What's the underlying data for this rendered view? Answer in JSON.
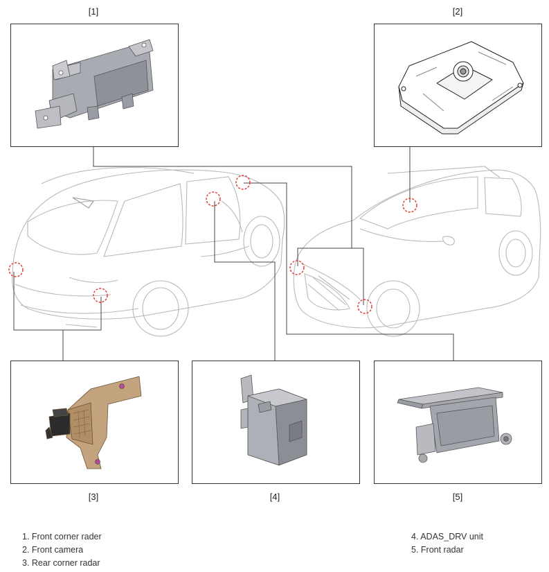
{
  "panel_labels": [
    "[1]",
    "[2]",
    "[3]",
    "[4]",
    "[5]"
  ],
  "legend": {
    "left": [
      "1. Front corner rader",
      "2. Front camera",
      "3. Rear corner radar"
    ],
    "right": [
      "4. ADAS_DRV unit",
      "5. Front radar"
    ]
  },
  "colors": {
    "marker": "#e0332e",
    "line": "#444444",
    "part_gray": "#a9abb3",
    "bracket_tan": "#c4a47e"
  },
  "icons": {
    "panel1": "front-corner-radar-bracket-icon",
    "panel2": "front-camera-housing-icon",
    "panel3": "rear-corner-radar-bracket-icon",
    "panel4": "adas-drv-unit-icon",
    "panel5": "front-radar-module-icon"
  }
}
